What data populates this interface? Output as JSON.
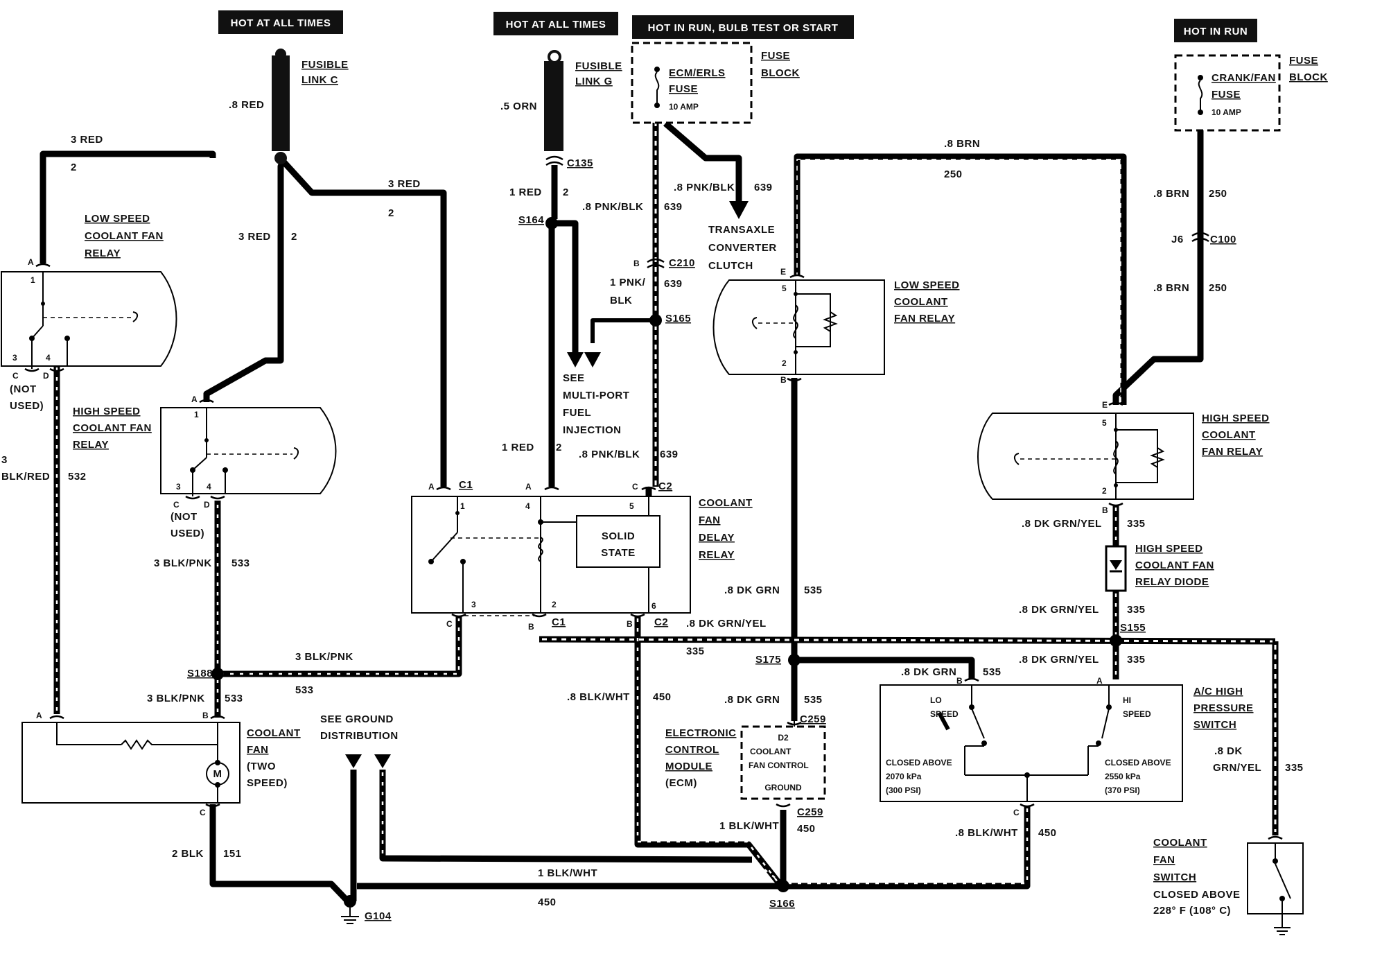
{
  "banners": {
    "hot1": "HOT AT ALL TIMES",
    "hot2": "HOT AT ALL TIMES",
    "hot3": "HOT IN RUN, BULB TEST OR START",
    "hot4": "HOT IN RUN"
  },
  "components": {
    "fusible_c": [
      "FUSIBLE",
      "LINK C"
    ],
    "fusible_g": [
      "FUSIBLE",
      "LINK G"
    ],
    "ecm_fuse": [
      "ECM/ERLS",
      "FUSE",
      "10 AMP"
    ],
    "fuse_block1": [
      "FUSE",
      "BLOCK"
    ],
    "crank_fuse": [
      "CRANK/FAN",
      "FUSE",
      "10 AMP"
    ],
    "fuse_block2": [
      "FUSE",
      "BLOCK"
    ],
    "transaxle": [
      "TRANSAXLE",
      "CONVERTER",
      "CLUTCH"
    ],
    "low_relay_left": [
      "LOW SPEED",
      "COOLANT FAN",
      "RELAY"
    ],
    "high_relay_left": [
      "HIGH SPEED",
      "COOLANT FAN",
      "RELAY"
    ],
    "low_relay_right": [
      "LOW SPEED",
      "COOLANT",
      "FAN RELAY"
    ],
    "high_relay_right": [
      "HIGH SPEED",
      "COOLANT",
      "FAN RELAY"
    ],
    "delay_relay": [
      "COOLANT",
      "FAN",
      "DELAY",
      "RELAY"
    ],
    "solid_state": [
      "SOLID",
      "STATE"
    ],
    "see_mpfi": [
      "SEE",
      "MULTI-PORT",
      "FUEL",
      "INJECTION"
    ],
    "diode": [
      "HIGH SPEED",
      "COOLANT FAN",
      "RELAY DIODE"
    ],
    "coolant_fan": [
      "COOLANT",
      "FAN",
      "(TWO",
      "SPEED)"
    ],
    "see_ground": [
      "SEE GROUND",
      "DISTRIBUTION"
    ],
    "ecm": [
      "ELECTRONIC",
      "CONTROL",
      "MODULE",
      "(ECM)"
    ],
    "ecm_box": [
      "D2",
      "COOLANT",
      "FAN CONTROL",
      "GROUND"
    ],
    "ac_switch": [
      "A/C HIGH",
      "PRESSURE",
      "SWITCH"
    ],
    "ac_lo": [
      "LO",
      "SPEED"
    ],
    "ac_hi": [
      "HI",
      "SPEED"
    ],
    "ac_closed1": [
      "CLOSED ABOVE",
      "2070 kPa",
      "(300 PSI)"
    ],
    "ac_closed2": [
      "CLOSED ABOVE",
      "2550 kPa",
      "(370 PSI)"
    ],
    "fan_switch": [
      "COOLANT",
      "FAN",
      "SWITCH",
      "CLOSED ABOVE",
      "228° F (108° C)"
    ],
    "not_used1": [
      "(NOT",
      "USED)"
    ],
    "not_used2": [
      "(NOT",
      "USED)"
    ],
    "motor": "M"
  },
  "wire_labels": {
    "w1": ".8 RED",
    "w2": "3 RED",
    "w3": "2",
    "w4": "3 RED",
    "w5": "2",
    "w6": "3 RED",
    "w7": "2",
    "w8": ".5 ORN",
    "w9": "1 RED",
    "w10": "2",
    "w11": ".8 PNK/BLK",
    "w12": "639",
    "w13": ".8 PNK/BLK",
    "w14": "639",
    "w15": "1 PNK/",
    "w16": "BLK",
    "w17": "639",
    "w18": "1 RED",
    "w19": "2",
    "w20": ".8 PNK/BLK",
    "w21": "639",
    "w22": ".8 BRN",
    "w23": "250",
    "w24": ".8 BRN",
    "w25": "250",
    "w26": ".8 BRN",
    "w27": "250",
    "w28": "3",
    "w29": "BLK/RED",
    "w30": "532",
    "w31": "3 BLK/PNK",
    "w32": "533",
    "w33": "3 BLK/PNK",
    "w34": "533",
    "w35": "3 BLK/PNK",
    "w36": "533",
    "w37": ".8 DK GRN",
    "w38": "535",
    "w39": ".8 DK GRN/YEL",
    "w40": "335",
    "w41": ".8 DK GRN/YEL",
    "w42": "335",
    "w43": ".8 DK GRN/YEL",
    "w44": "335",
    "w45": ".8 DK GRN/YEL",
    "w46": "335",
    "w47": ".8 DK GRN",
    "w48": "535",
    "w49": ".8 DK GRN",
    "w50": "535",
    "w51": ".8 BLK/WHT",
    "w52": "450",
    "w53": "1 BLK/WHT",
    "w54": "450",
    "w55": ".8 BLK/WHT",
    "w56": "450",
    "w57": "1 BLK/WHT",
    "w58": "450",
    "w59": "2 BLK",
    "w60": "151",
    "w61": ".8 DK",
    "w62": "GRN/YEL",
    "w63": "335"
  },
  "connectors": {
    "c135": "C135",
    "s164": "S164",
    "c210": "C210",
    "s165": "S165",
    "c100": "C100",
    "j6": "J6",
    "c1a": "C1",
    "c2a": "C2",
    "c1b": "C1",
    "c2b": "C2",
    "s188": "S188",
    "s175": "S175",
    "s155": "S155",
    "c259a": "C259",
    "c259b": "C259",
    "s166": "S166",
    "g104": "G104"
  },
  "pins": {
    "a": "A",
    "b": "B",
    "c": "C",
    "d": "D",
    "e": "E",
    "n1": "1",
    "n2": "2",
    "n3": "3",
    "n4": "4",
    "n5": "5",
    "n6": "6"
  }
}
